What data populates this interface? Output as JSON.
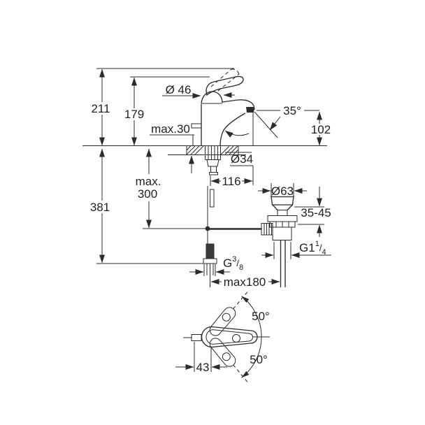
{
  "drawing": {
    "main_view": {
      "dims": {
        "total_height": "211",
        "body_height": "179",
        "handle_diameter": "Ø 46",
        "max_deck_thickness": "max.30",
        "spray_angle": "35°",
        "spout_height": "102",
        "hole_diameter": "Ø34",
        "spout_projection": "116",
        "pullrod_max_line1": "max.",
        "pullrod_max_line2": "300",
        "below_deck_height": "381",
        "waste_cap_diameter": "Ø63",
        "deck_range": "35-45",
        "max_center_distance": "max180"
      },
      "waste_thread": {
        "base": "G1",
        "numerator": "1",
        "slash": "/",
        "denominator": "4"
      },
      "supply_thread": {
        "base": "G",
        "numerator": "3",
        "slash": "/",
        "denominator": "8"
      }
    },
    "top_view": {
      "dims": {
        "swing_angle_upper": "50°",
        "swing_angle_lower": "50°",
        "handle_pivot_offset": "43"
      }
    }
  }
}
